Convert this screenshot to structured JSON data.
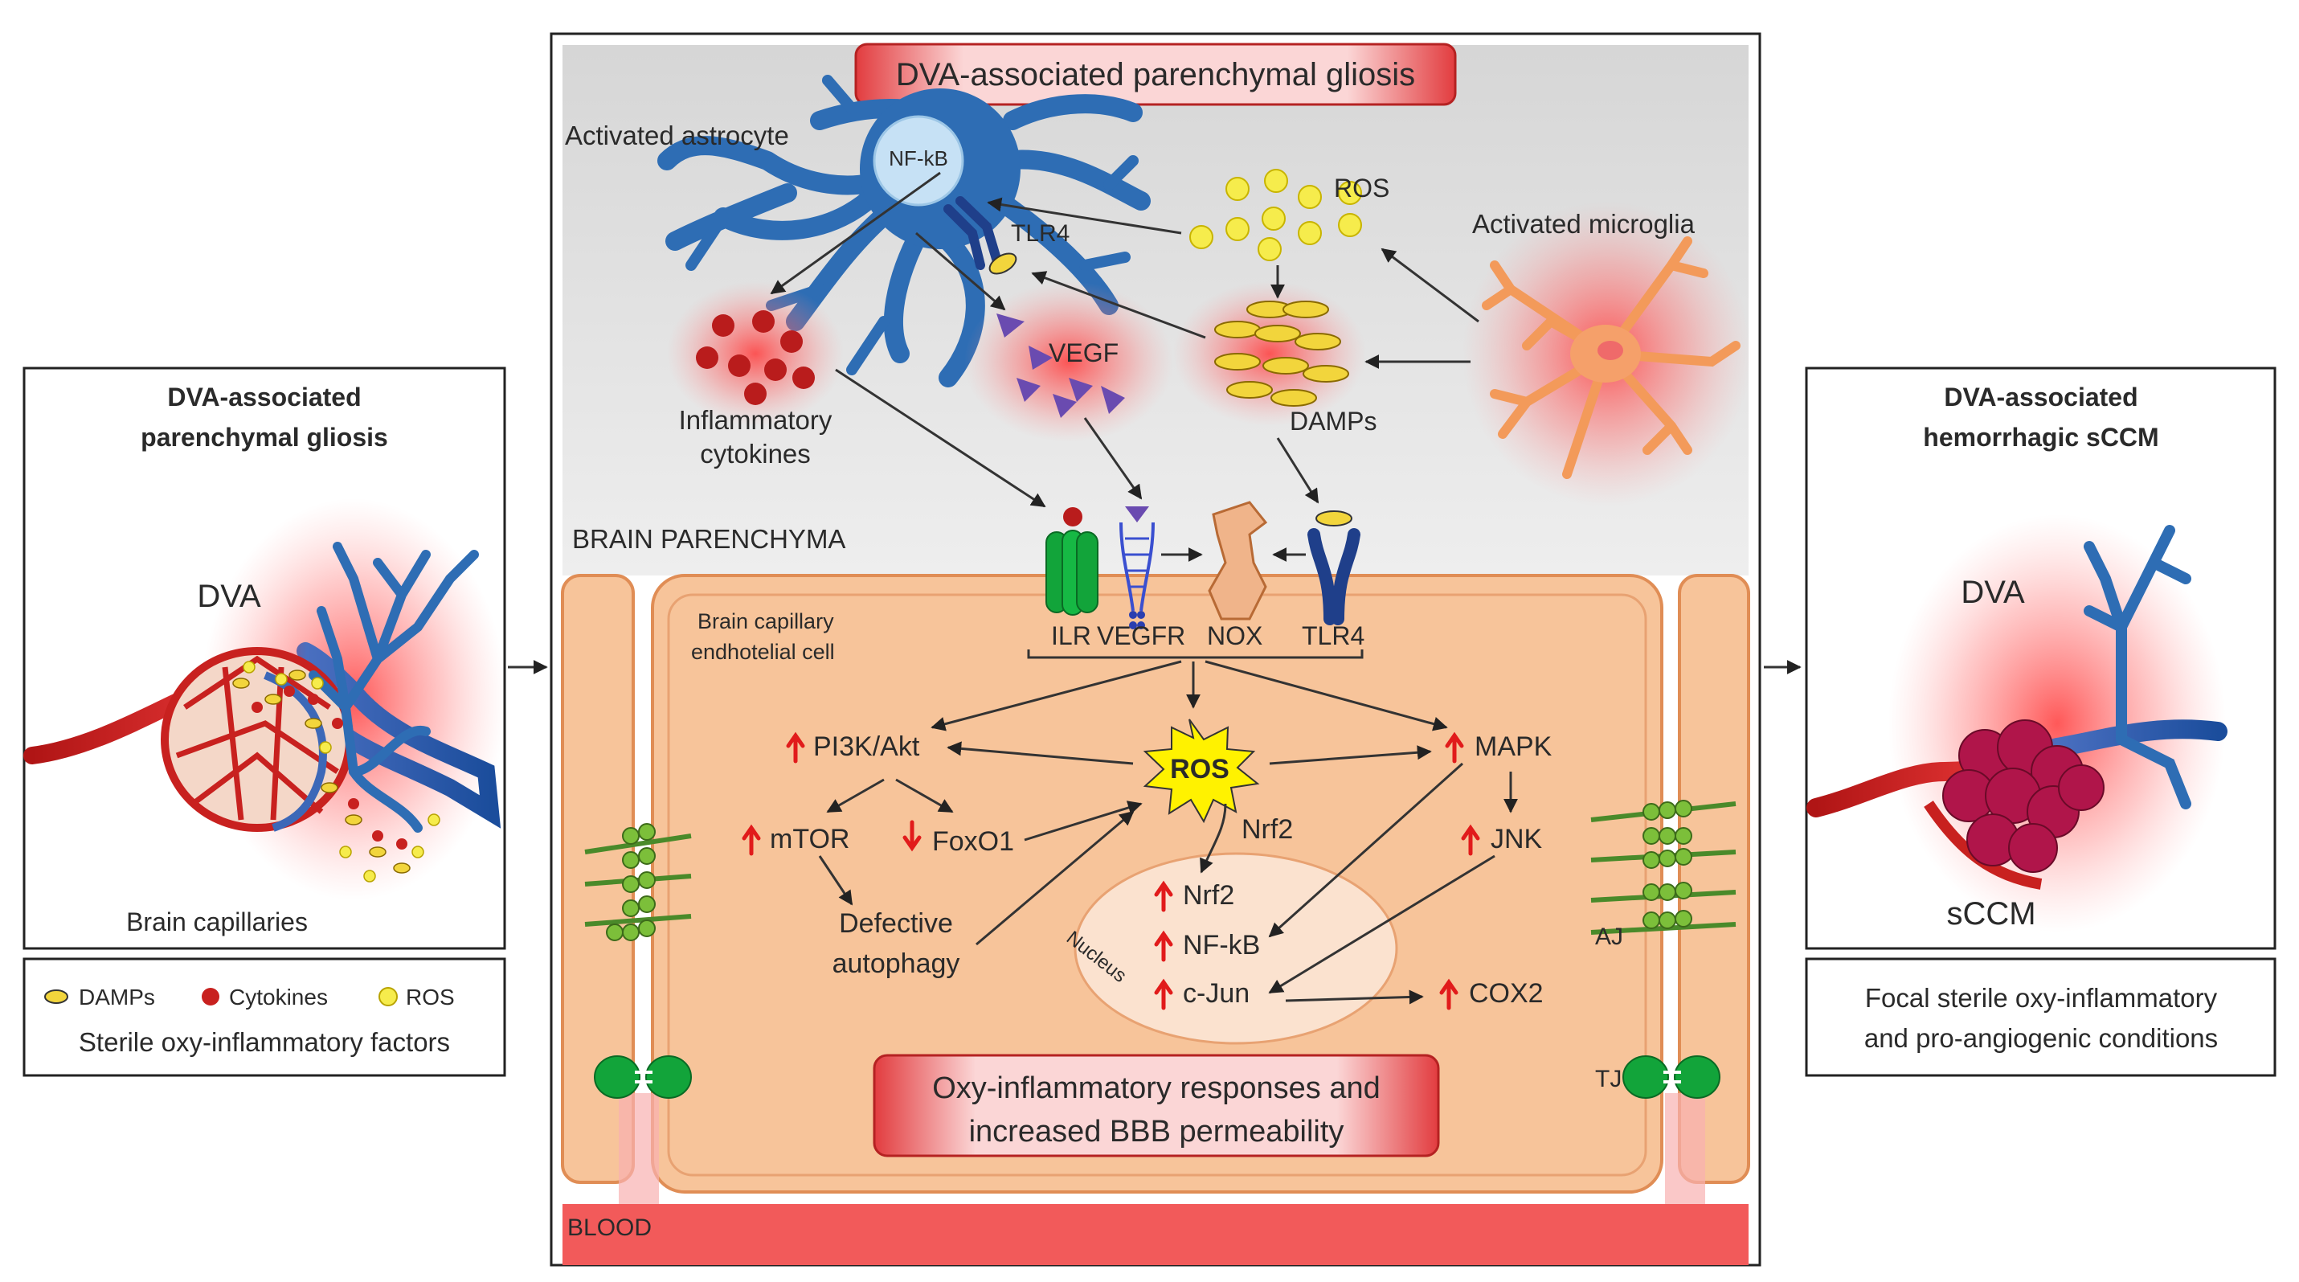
{
  "left_panel": {
    "title_line1": "DVA-associated",
    "title_line2": "parenchymal gliosis",
    "dva_label": "DVA",
    "capillaries_label": "Brain capillaries",
    "legend": {
      "damps": "DAMPs",
      "cytokines": "Cytokines",
      "ros": "ROS",
      "caption": "Sterile oxy-inflammatory factors"
    }
  },
  "center_panel": {
    "banner_top": "DVA-associated parenchymal gliosis",
    "astrocyte_label": "Activated astrocyte",
    "nfkb_label": "NF-kB",
    "tlr4_top": "TLR4",
    "ros_top": "ROS",
    "microglia_label": "Activated microglia",
    "vegf_label": "VEGF",
    "cytokines_line1": "Inflammatory",
    "cytokines_line2": "cytokines",
    "damps_label": "DAMPs",
    "parenchyma_label": "BRAIN PARENCHYMA",
    "receptors": {
      "ilr": "ILR",
      "vegfr": "VEGFR",
      "nox": "NOX",
      "tlr4": "TLR4"
    },
    "cell_label_line1": "Brain capillary",
    "cell_label_line2": "endhotelial cell",
    "pathway": {
      "pi3k": "PI3K/Akt",
      "ros_star": "ROS",
      "mapk": "MAPK",
      "mtor": "mTOR",
      "foxo1": "FoxO1",
      "nrf2_cyto": "Nrf2",
      "jnk": "JNK",
      "defective_line1": "Defective",
      "defective_line2": "autophagy",
      "nucleus_label": "Nucleus",
      "nrf2_nuc": "Nrf2",
      "nfkb_nuc": "NF-kB",
      "cjun": "c-Jun",
      "cox2": "COX2"
    },
    "aj_label": "AJ",
    "tj_label": "TJ",
    "banner_bottom_line1": "Oxy-inflammatory responses and",
    "banner_bottom_line2": "increased BBB permeability",
    "blood_label": "BLOOD"
  },
  "right_panel": {
    "title_line1": "DVA-associated",
    "title_line2": "hemorrhagic sCCM",
    "dva_label": "DVA",
    "sccm_label": "sCCM",
    "caption_line1": "Focal sterile oxy-inflammatory",
    "caption_line2": "and pro-angiogenic conditions"
  },
  "colors": {
    "banner_red": "#e8474a",
    "cell_orange": "#f7c49a",
    "blood_red": "#f25a5a",
    "astrocyte_blue": "#2e6db4",
    "microglia_orange": "#f39a5a",
    "up_arrow_red": "#e11b1b"
  }
}
